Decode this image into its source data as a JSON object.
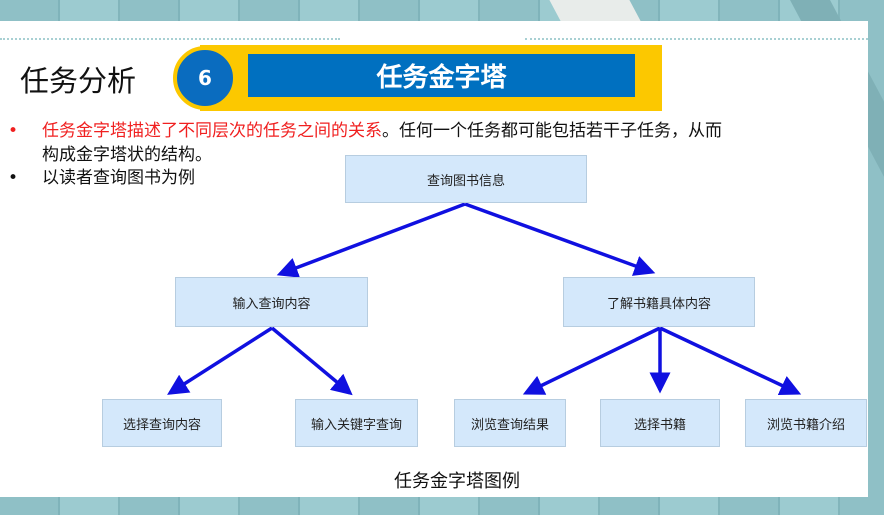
{
  "header": {
    "section_title": "任务分析",
    "number": "6",
    "banner": "任务金字塔"
  },
  "bullets": [
    {
      "red_text": "任务金字塔描述了不同层次的任务之间的关系",
      "text": "。任何一个任务都可能包括若干子任务，从而",
      "text2": "构成金字塔状的结构。"
    },
    {
      "text": "以读者查询图书为例"
    }
  ],
  "pyramid": {
    "root": "查询图书信息",
    "level2": [
      "输入查询内容",
      "了解书籍具体内容"
    ],
    "level3": [
      "选择查询内容",
      "输入关键字查询",
      "浏览查询结果",
      "选择书籍",
      "浏览书籍介绍"
    ]
  },
  "caption": "任务金字塔图例",
  "colors": {
    "accent_blue": "#0070c0",
    "accent_yellow": "#fcc800",
    "highlight_red": "#f02020",
    "arrow": "#1010e0"
  }
}
